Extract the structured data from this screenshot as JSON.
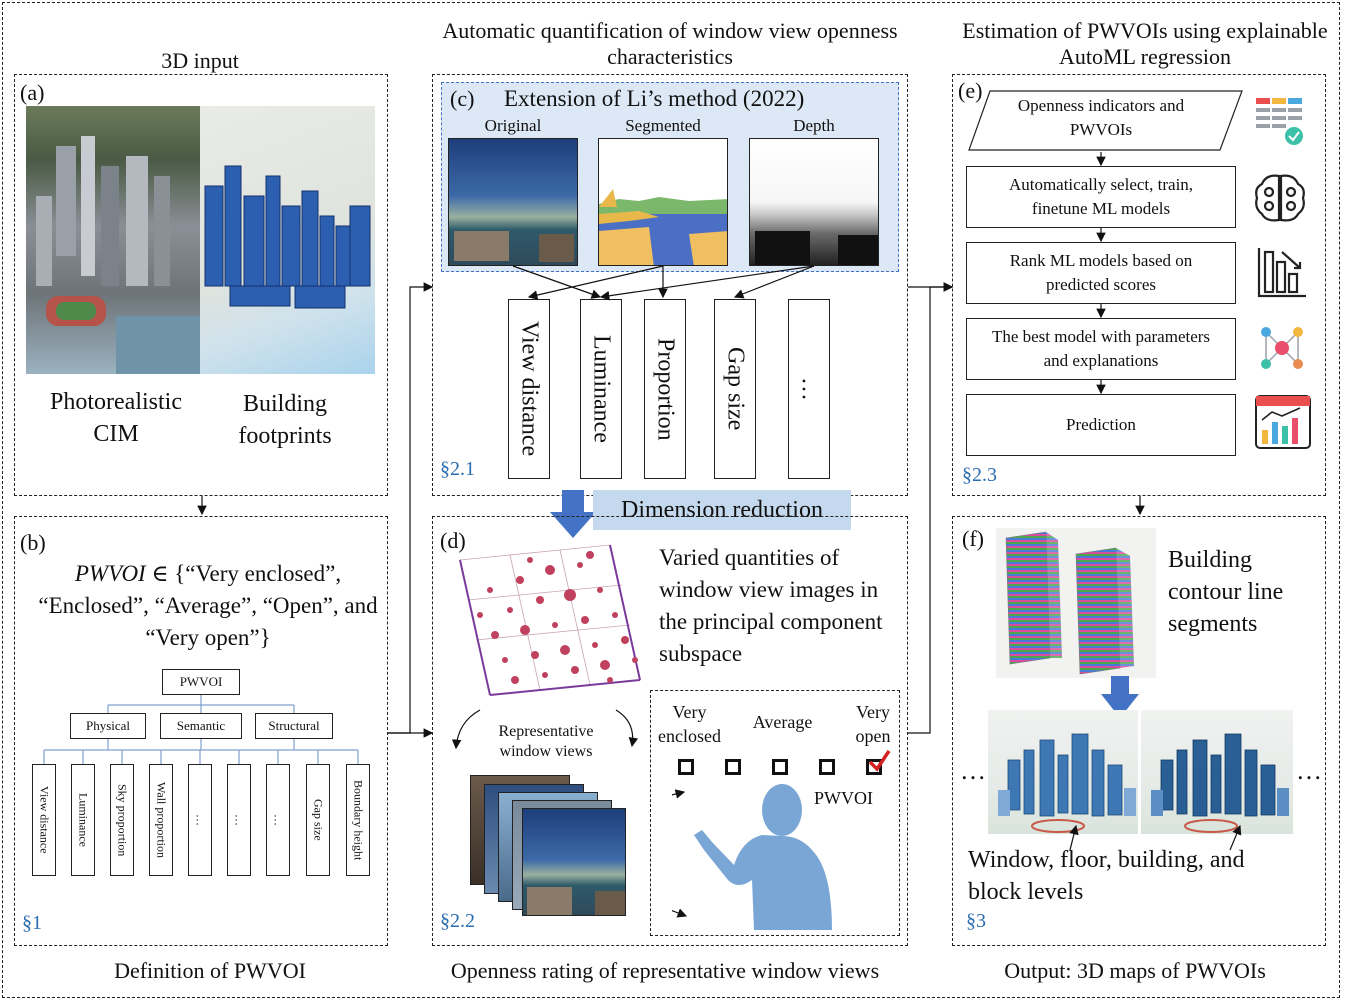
{
  "sections": {
    "top_left": "3D input",
    "top_middle": "Automatic quantification of window view openness characteristics",
    "top_right": "Estimation of PWVOIs using explainable AutoML regression",
    "bottom_left": "Definition of PWVOI",
    "bottom_middle": "Openness rating of representative window views",
    "bottom_right": "Output: 3D maps of PWVOIs"
  },
  "panel_a": {
    "label": "(a)",
    "left_caption": "Photorealistic CIM",
    "right_caption": "Building footprints"
  },
  "panel_b": {
    "label": "(b)",
    "formula_var": "PWVOI",
    "formula_rest": "∈ {“Very enclosed”, “Enclosed”, “Average”, “Open”, and “Very open”}",
    "tree_root": "PWVOI",
    "tree_groups": [
      "Physical",
      "Semantic",
      "Structural"
    ],
    "tree_leaves": [
      "View distance",
      "Luminance",
      "Sky proportion",
      "Wall proportion",
      "…",
      "…",
      "…",
      "Gap size",
      "Boundary height"
    ],
    "section_ref": "§1"
  },
  "panel_c": {
    "label": "(c)",
    "title": "Extension of Li’s method (2022)",
    "image_labels": [
      "Original",
      "Segmented",
      "Depth"
    ],
    "features": [
      "View distance",
      "Luminance",
      "Proportion",
      "Gap size",
      "…"
    ],
    "section_ref": "§2.1"
  },
  "dimension_reduction": "Dimension reduction",
  "panel_d": {
    "label": "(d)",
    "description": "Varied quantities of window view images in the principal component subspace",
    "rep_views": "Representative window views",
    "rating_labels": [
      "Very enclosed",
      "Average",
      "Very open"
    ],
    "pwvoi": "PWVOI",
    "section_ref": "§2.2"
  },
  "panel_e": {
    "label": "(e)",
    "steps": [
      "Openness indicators and PWVOIs",
      "Automatically select, train, finetune ML models",
      "Rank ML models based on predicted scores",
      "The best model with parameters and explanations",
      "Prediction"
    ],
    "icons": [
      "table-icon",
      "brain-icon",
      "bar-chart-icon",
      "network-icon",
      "dashboard-icon"
    ],
    "section_ref": "§2.3"
  },
  "panel_f": {
    "label": "(f)",
    "contour_text": "Building contour line segments",
    "levels_text": "Window, floor, building, and block levels",
    "ellipsis": "…",
    "section_ref": "§3"
  },
  "colors": {
    "accent_blue": "#4472c4",
    "panel_c_bg": "#dce8f5",
    "dim_reduction_bg": "#c5d9ee",
    "scatter_dot": "#c0415e",
    "person": "#7aa6d6"
  }
}
